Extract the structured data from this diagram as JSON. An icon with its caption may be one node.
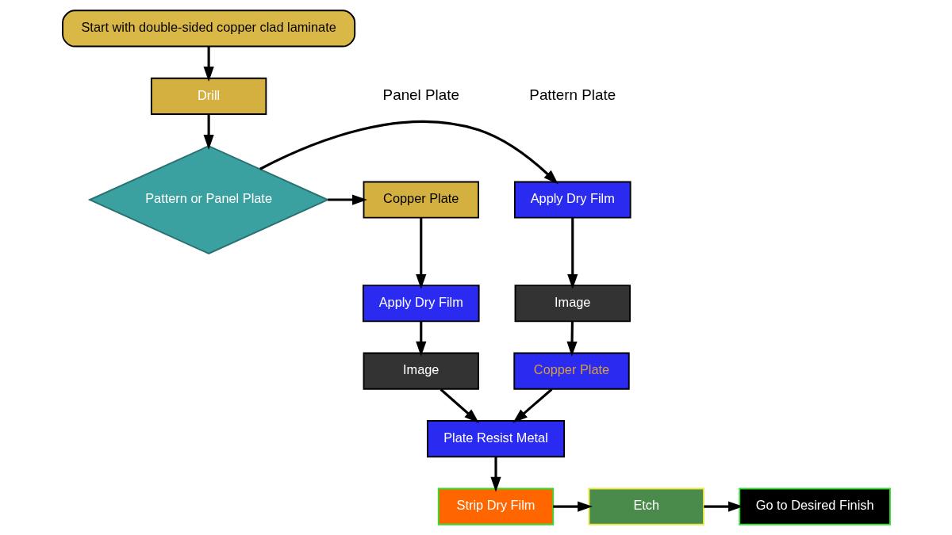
{
  "diagram": {
    "nodes": [
      {
        "text": [
          "Start with double-sided copper clad laminate"
        ]
      },
      {
        "text": [
          "Drill"
        ]
      },
      {
        "text": [
          "Pattern or Panel Plate"
        ]
      },
      {
        "text": [
          "Apply Dry Film"
        ]
      },
      {
        "text": [
          "Image"
        ]
      },
      {
        "text": [
          "Copper Plate"
        ]
      },
      {
        "text": [
          "Copper Plate"
        ]
      },
      {
        "text": [
          "Apply Dry Film"
        ]
      },
      {
        "text": [
          "Image"
        ]
      },
      {
        "text": [
          "Plate Resist Metal"
        ]
      },
      {
        "text": [
          "Strip Dry Film"
        ]
      },
      {
        "text": [
          "Etch"
        ]
      },
      {
        "text": [
          "Go to Desired Finish"
        ]
      }
    ],
    "edges": [
      {
        "from": 0,
        "to": 1,
        "arrow": "to"
      },
      {
        "from": 1,
        "to": 2,
        "arrow": "to"
      },
      {
        "from": 2,
        "to": 3,
        "arrow": "to"
      },
      {
        "from": 2,
        "to": 6,
        "arrow": "to"
      },
      {
        "from": 3,
        "to": 4,
        "arrow": "to"
      },
      {
        "from": 4,
        "to": 5,
        "arrow": "to"
      },
      {
        "from": 6,
        "to": 7,
        "arrow": "to"
      },
      {
        "from": 7,
        "to": 8,
        "arrow": "to"
      },
      {
        "from": 5,
        "to": 9,
        "arrow": "to"
      },
      {
        "from": 8,
        "to": 9,
        "arrow": "to"
      },
      {
        "from": 9,
        "to": 10,
        "arrow": "to"
      },
      {
        "from": 10,
        "to": 11,
        "arrow": "to"
      },
      {
        "from": 11,
        "to": 12,
        "arrow": "to"
      }
    ],
    "labels": [
      "Pattern Plate",
      "Panel Plate"
    ]
  }
}
